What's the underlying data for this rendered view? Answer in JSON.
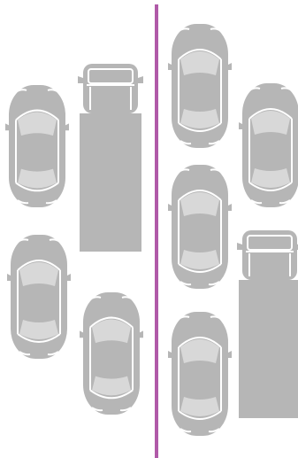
{
  "scene": {
    "colors": {
      "background": "#ffffff",
      "vehicle_fill": "#b6b6b6",
      "vehicle_glass": "#d8d8d8",
      "vehicle_detail": "#ffffff",
      "divider_line": "#b05aa8"
    },
    "divider": {
      "icon": "lane-divider-line"
    },
    "vehicles": [
      {
        "type": "car",
        "icon": "car-top-view-icon"
      },
      {
        "type": "truck",
        "icon": "truck-top-view-icon"
      },
      {
        "type": "car",
        "icon": "car-top-view-icon"
      },
      {
        "type": "car",
        "icon": "car-top-view-icon"
      },
      {
        "type": "car",
        "icon": "car-top-view-icon"
      },
      {
        "type": "car",
        "icon": "car-top-view-icon"
      },
      {
        "type": "car",
        "icon": "car-top-view-icon"
      },
      {
        "type": "truck",
        "icon": "truck-top-view-icon"
      },
      {
        "type": "car",
        "icon": "car-top-view-icon"
      }
    ]
  }
}
